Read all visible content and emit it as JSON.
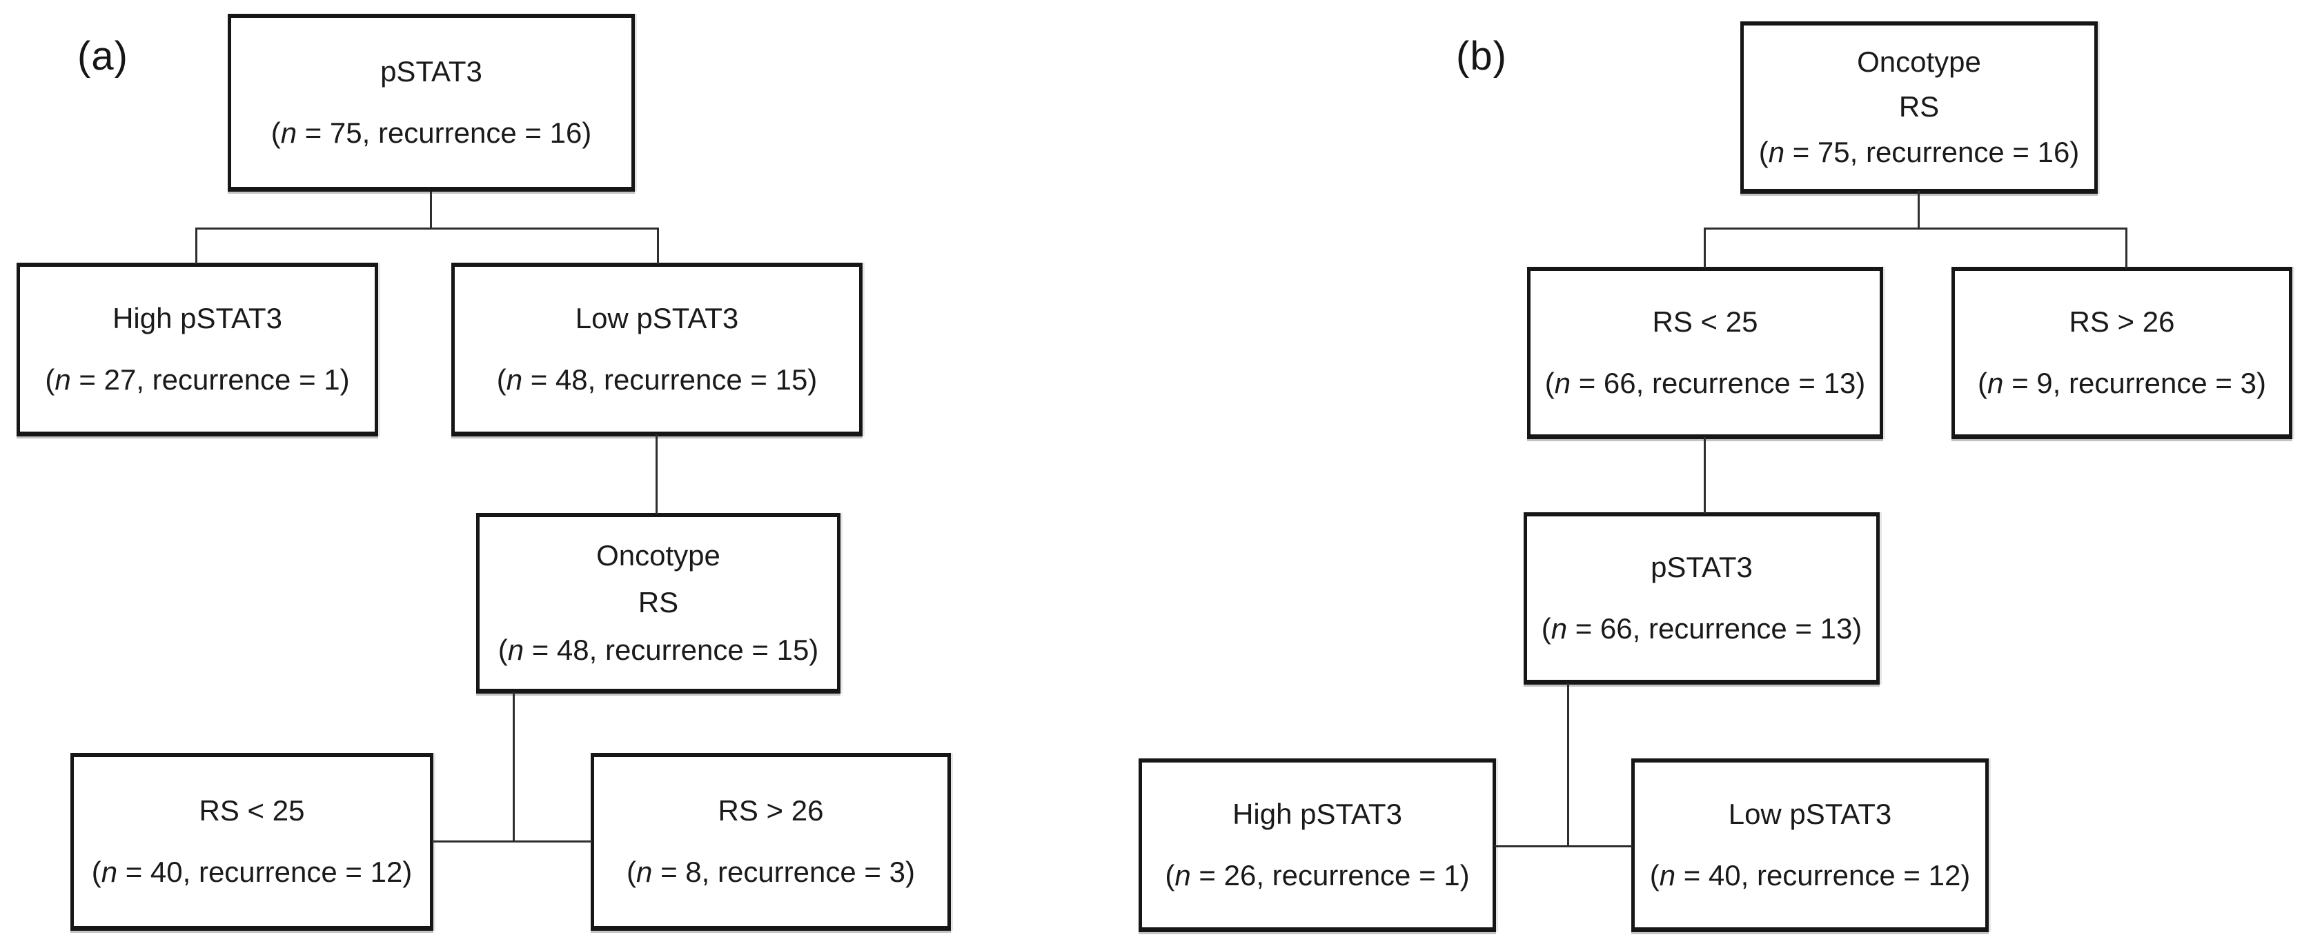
{
  "figure": {
    "panels": [
      {
        "label": "(a)",
        "nodes": [
          {
            "titles": [
              "pSTAT3"
            ],
            "stats_open": "(",
            "stats_n": "n",
            "stats_rest": " = 75, recurrence = 16)"
          },
          {
            "titles": [
              "High pSTAT3"
            ],
            "stats_open": "(",
            "stats_n": "n",
            "stats_rest": " = 27, recurrence = 1)"
          },
          {
            "titles": [
              "Low pSTAT3"
            ],
            "stats_open": "(",
            "stats_n": "n",
            "stats_rest": " = 48, recurrence = 15)"
          },
          {
            "titles": [
              "Oncotype",
              "RS"
            ],
            "stats_open": "(",
            "stats_n": "n",
            "stats_rest": " = 48, recurrence = 15)"
          },
          {
            "titles": [
              "RS < 25"
            ],
            "stats_open": "(",
            "stats_n": "n",
            "stats_rest": " = 40, recurrence = 12)"
          },
          {
            "titles": [
              "RS > 26"
            ],
            "stats_open": "(",
            "stats_n": "n",
            "stats_rest": " = 8, recurrence = 3)"
          }
        ]
      },
      {
        "label": "(b)",
        "nodes": [
          {
            "titles": [
              "Oncotype",
              "RS"
            ],
            "stats_open": "(",
            "stats_n": "n",
            "stats_rest": " = 75, recurrence = 16)"
          },
          {
            "titles": [
              "RS < 25"
            ],
            "stats_open": "(",
            "stats_n": "n",
            "stats_rest": " = 66, recurrence = 13)"
          },
          {
            "titles": [
              "RS > 26"
            ],
            "stats_open": "(",
            "stats_n": "n",
            "stats_rest": " = 9, recurrence = 3)"
          },
          {
            "titles": [
              "pSTAT3"
            ],
            "stats_open": "(",
            "stats_n": "n",
            "stats_rest": " = 66, recurrence = 13)"
          },
          {
            "titles": [
              "High pSTAT3"
            ],
            "stats_open": "(",
            "stats_n": "n",
            "stats_rest": " = 26, recurrence = 1)"
          },
          {
            "titles": [
              "Low pSTAT3"
            ],
            "stats_open": "(",
            "stats_n": "n",
            "stats_rest": " = 40, recurrence = 12)"
          }
        ]
      }
    ]
  }
}
